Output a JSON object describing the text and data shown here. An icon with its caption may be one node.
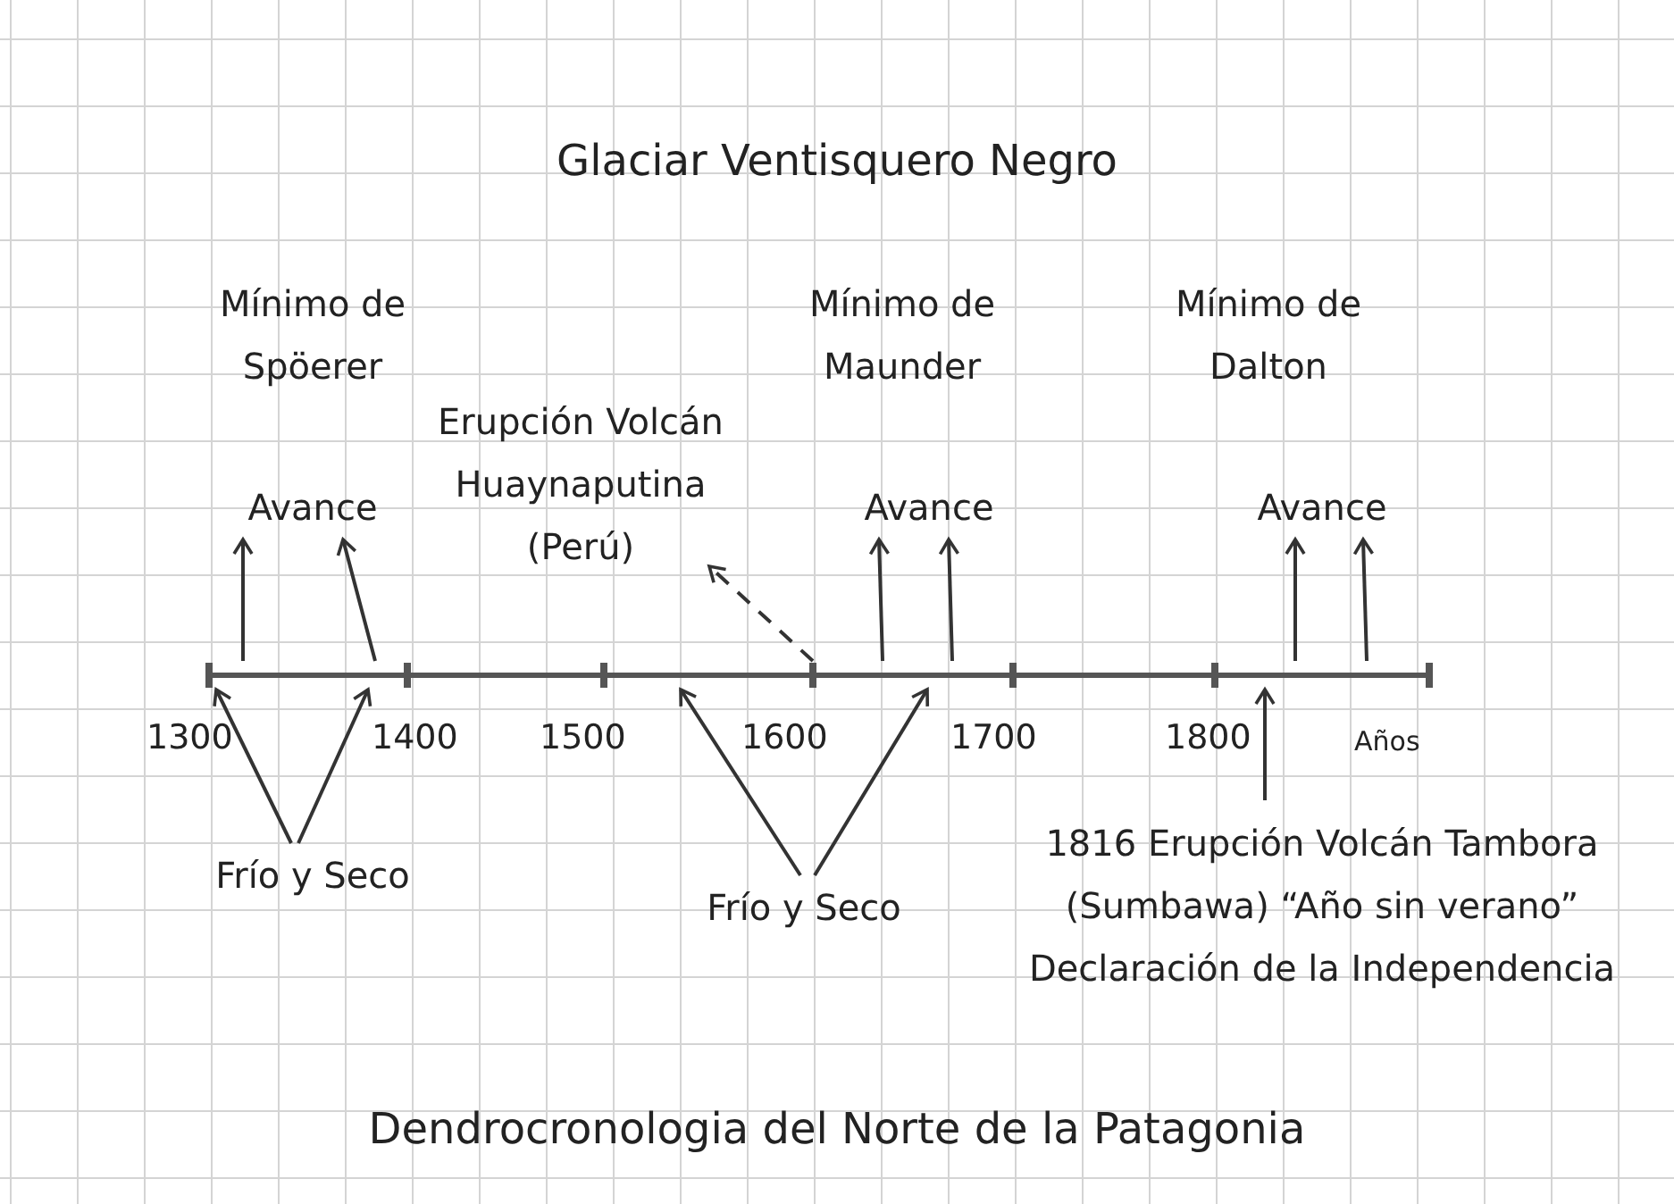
{
  "diagram": {
    "title": "Glaciar Ventisquero Negro",
    "caption": "Dendrocronologia del Norte de la Patagonia",
    "nodes": [
      {
        "text": [
          "Mínimo de Spöerer"
        ]
      },
      {
        "text": [
          "Avance"
        ]
      },
      {
        "text": [
          "Erupción Volcán Huaynaputina (Perú)"
        ]
      },
      {
        "text": [
          "Mínimo de Maunder"
        ]
      },
      {
        "text": [
          "Avance"
        ]
      },
      {
        "text": [
          "Mínimo de Dalton"
        ]
      },
      {
        "text": [
          "Avance"
        ]
      },
      {
        "text": [
          "Frío y Seco"
        ]
      },
      {
        "text": [
          "Frío y Seco"
        ]
      },
      {
        "text": [
          "1816 Erupción Volcán Tambora (Sumbawa) “Año sin verano” Declaración de la Independencia"
        ]
      },
      {
        "text": [],
        "shape": "bar"
      }
    ],
    "edges": [
      {
        "from": 10,
        "to": 1,
        "arrow": "to"
      },
      {
        "from": 10,
        "to": 1,
        "arrow": "to"
      },
      {
        "from": 10,
        "to": 4,
        "arrow": "to"
      },
      {
        "from": 10,
        "to": 4,
        "arrow": "to"
      },
      {
        "from": 10,
        "to": 6,
        "arrow": "to"
      },
      {
        "from": 10,
        "to": 6,
        "arrow": "to"
      },
      {
        "from": 10,
        "to": 2,
        "arrow": "to",
        "style": "dashed"
      },
      {
        "from": 7,
        "to": 10,
        "arrow": "to"
      },
      {
        "from": 7,
        "to": 10,
        "arrow": "to"
      },
      {
        "from": 8,
        "to": 10,
        "arrow": "to"
      },
      {
        "from": 8,
        "to": 10,
        "arrow": "to"
      },
      {
        "from": 9,
        "to": 10,
        "arrow": "to"
      }
    ],
    "labels": [
      "1300",
      "1400",
      "1500",
      "1600",
      "1700",
      "1800",
      "Años"
    ]
  }
}
